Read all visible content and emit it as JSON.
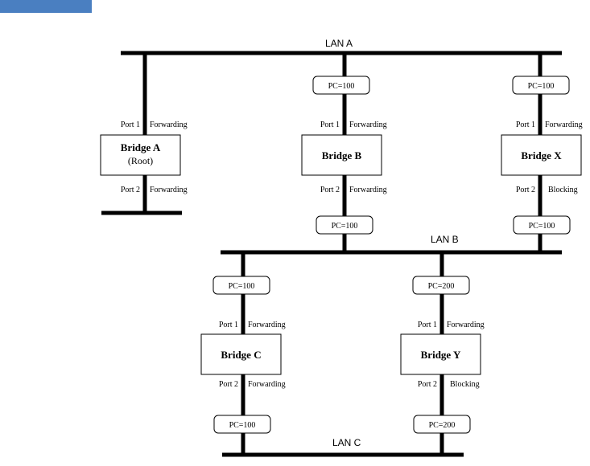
{
  "header_bar_color": "#4a7fc1",
  "lans": {
    "a": "LAN A",
    "b": "LAN B",
    "c": "LAN C"
  },
  "bridges": {
    "a": {
      "name": "Bridge A",
      "sub": "(Root)",
      "port1": "Port 1",
      "port1_state": "Forwarding",
      "port2": "Port 2",
      "port2_state": "Forwarding"
    },
    "b": {
      "name": "Bridge B",
      "pc_top": "PC=100",
      "pc_bottom": "PC=100",
      "port1": "Port 1",
      "port1_state": "Forwarding",
      "port2": "Port 2",
      "port2_state": "Forwarding"
    },
    "x": {
      "name": "Bridge X",
      "pc_top": "PC=100",
      "pc_bottom": "PC=100",
      "port1": "Port 1",
      "port1_state": "Forwarding",
      "port2": "Port 2",
      "port2_state": "Blocking"
    },
    "c": {
      "name": "Bridge C",
      "pc_top": "PC=100",
      "pc_bottom": "PC=100",
      "port1": "Port 1",
      "port1_state": "Forwarding",
      "port2": "Port 2",
      "port2_state": "Forwarding"
    },
    "y": {
      "name": "Bridge Y",
      "pc_top": "PC=200",
      "pc_bottom": "PC=200",
      "port1": "Port 1",
      "port1_state": "Forwarding",
      "port2": "Port 2",
      "port2_state": "Blocking"
    }
  }
}
